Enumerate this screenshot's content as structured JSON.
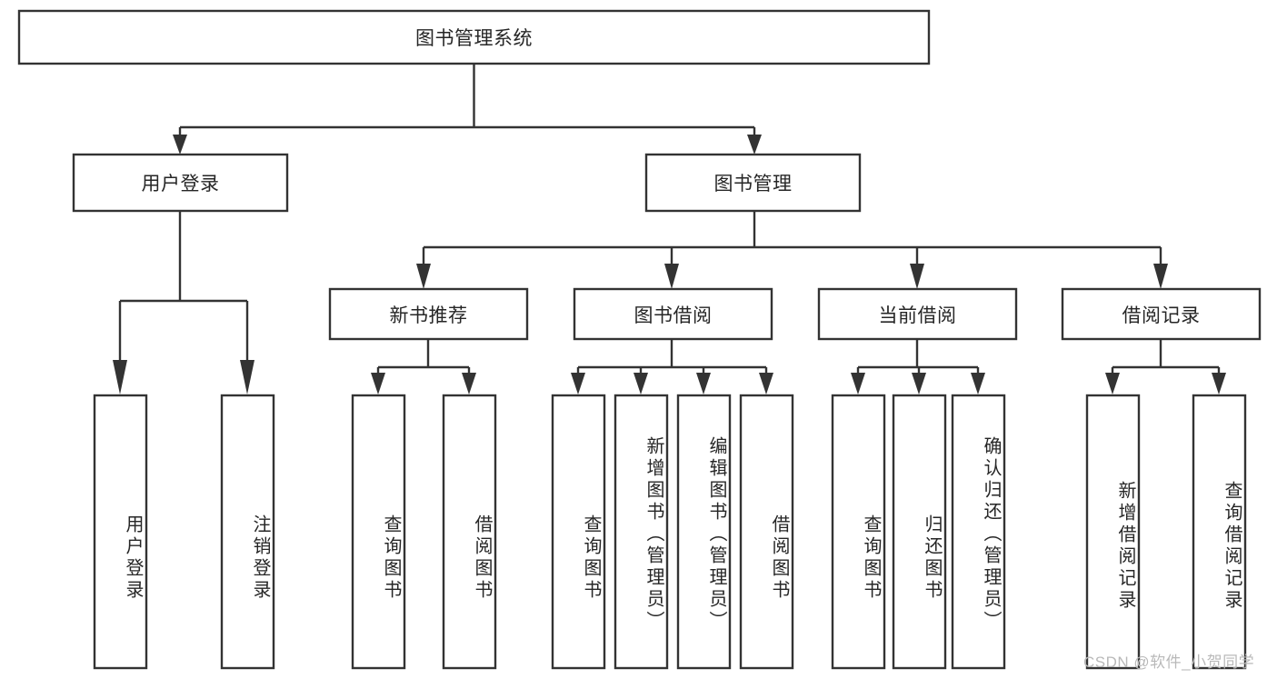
{
  "diagram": {
    "type": "tree-hierarchy",
    "title": "图书管理系统",
    "levels": {
      "root": {
        "label": "图书管理系统"
      },
      "level2": [
        {
          "id": "user-login",
          "label": "用户登录"
        },
        {
          "id": "book-management",
          "label": "图书管理"
        }
      ],
      "level3": [
        {
          "id": "new-book-recommend",
          "label": "新书推荐",
          "parent": "book-management"
        },
        {
          "id": "book-borrow",
          "label": "图书借阅",
          "parent": "book-management"
        },
        {
          "id": "current-borrow",
          "label": "当前借阅",
          "parent": "book-management"
        },
        {
          "id": "borrow-record",
          "label": "借阅记录",
          "parent": "book-management"
        }
      ],
      "leaves": [
        {
          "id": "leaf-user-login",
          "label": "用户登录",
          "parent": "user-login"
        },
        {
          "id": "leaf-logout",
          "label": "注销登录",
          "parent": "user-login"
        },
        {
          "id": "leaf-query-book-1",
          "label": "查询图书",
          "parent": "new-book-recommend"
        },
        {
          "id": "leaf-borrow-book-1",
          "label": "借阅图书",
          "parent": "new-book-recommend"
        },
        {
          "id": "leaf-query-book-2",
          "label": "查询图书",
          "parent": "book-borrow"
        },
        {
          "id": "leaf-add-book",
          "label": "新增图书（管理员）",
          "parent": "book-borrow"
        },
        {
          "id": "leaf-edit-book",
          "label": "编辑图书（管理员）",
          "parent": "book-borrow"
        },
        {
          "id": "leaf-borrow-book-2",
          "label": "借阅图书",
          "parent": "book-borrow"
        },
        {
          "id": "leaf-query-book-3",
          "label": "查询图书",
          "parent": "current-borrow"
        },
        {
          "id": "leaf-return-book",
          "label": "归还图书",
          "parent": "current-borrow"
        },
        {
          "id": "leaf-confirm-return",
          "label": "确认归还（管理员）",
          "parent": "current-borrow"
        },
        {
          "id": "leaf-add-record",
          "label": "新增借阅记录",
          "parent": "borrow-record"
        },
        {
          "id": "leaf-query-record",
          "label": "查询借阅记录",
          "parent": "borrow-record"
        }
      ]
    },
    "colors": {
      "stroke": "#333333",
      "fill": "#ffffff",
      "text": "#262626",
      "watermark": "#b9b9b9"
    }
  },
  "watermark": {
    "text": "CSDN @软件_小贺同学"
  }
}
